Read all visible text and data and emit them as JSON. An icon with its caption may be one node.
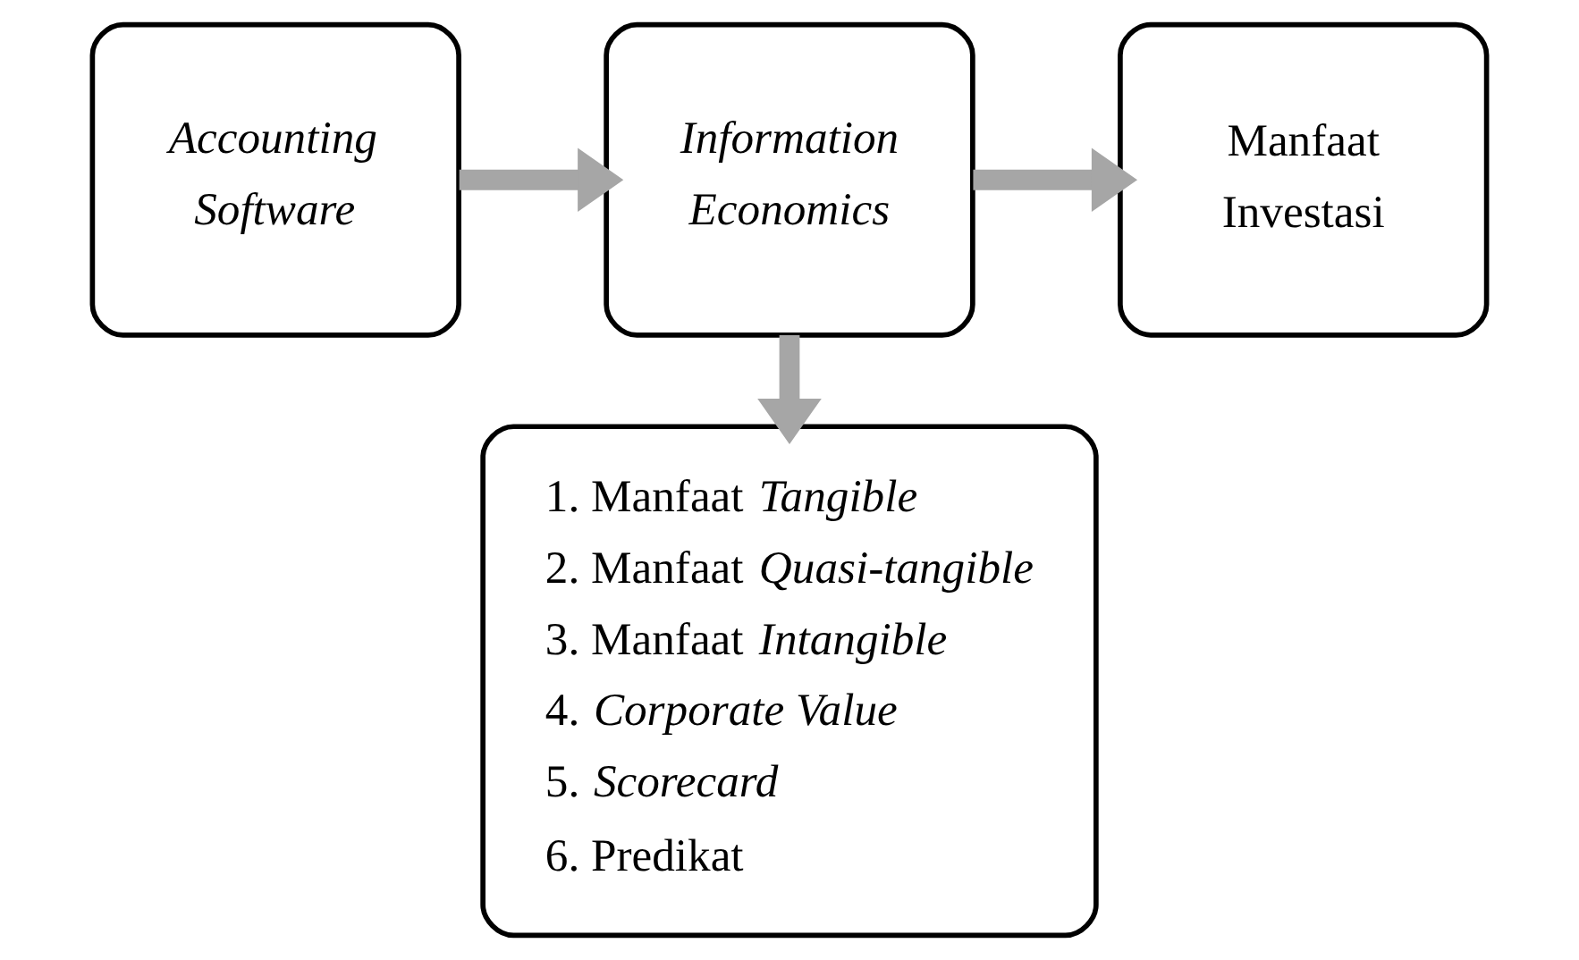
{
  "diagram": {
    "nodes": [
      {
        "text": [
          "*Accounting Software*"
        ]
      },
      {
        "text": [
          "*Information Economics*"
        ]
      },
      {
        "text": [
          "Manfaat Investasi"
        ]
      },
      {
        "text": [
          "1. Manfaat *Tangible*",
          "2. Manfaat *Quasi-tangible*",
          "3. Manfaat *Intangible*",
          "4. *Corporate Value*",
          "5. *Scorecard*",
          "6. Predikat"
        ]
      }
    ],
    "edges": [
      {
        "from": 0,
        "to": 1,
        "arrow": "to"
      },
      {
        "from": 1,
        "to": 2,
        "arrow": "to"
      },
      {
        "from": 1,
        "to": 3,
        "arrow": "to"
      }
    ]
  }
}
